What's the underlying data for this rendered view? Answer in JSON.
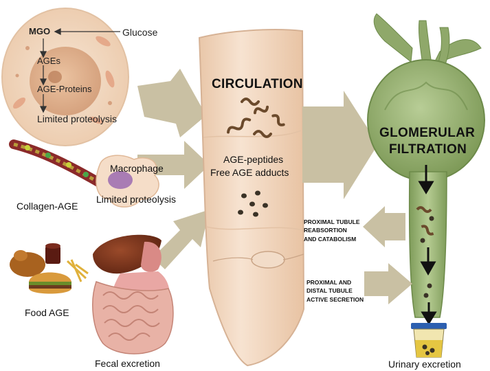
{
  "cell": {
    "mgo": "MGO",
    "glucose": "Glucose",
    "ages": "AGEs",
    "age_proteins": "AGE-Proteins",
    "limited_proteolysis": "Limited proteolysis"
  },
  "collagen": {
    "label": "Collagen-AGE",
    "macrophage": "Macrophage",
    "limited_proteolysis": "Limited proteolysis"
  },
  "food": {
    "label": "Food AGE",
    "fecal": "Fecal excretion"
  },
  "circulation": {
    "title": "CIRCULATION",
    "line1": "AGE-peptides",
    "line2": "Free AGE adducts"
  },
  "kidney": {
    "title_line1": "GLOMERULAR",
    "title_line2": "FILTRATION",
    "reabsorption": [
      "PROXIMAL TUBULE",
      "REABSORTION",
      "AND CATABOLISM"
    ],
    "secretion": [
      "PROXIMAL AND",
      "DISTAL TUBULE",
      "ACTIVE SECRETION"
    ],
    "urinary": "Urinary excretion"
  },
  "colors": {
    "arrow": "#c8bfa2",
    "vessel": "#f0d6bf",
    "vessel_edge": "#d9b79a",
    "cell": "#f3dcc5",
    "nucleus": "#e2b18c",
    "glomerulus": "#8fa86a",
    "tubule": "#9dbb75"
  }
}
